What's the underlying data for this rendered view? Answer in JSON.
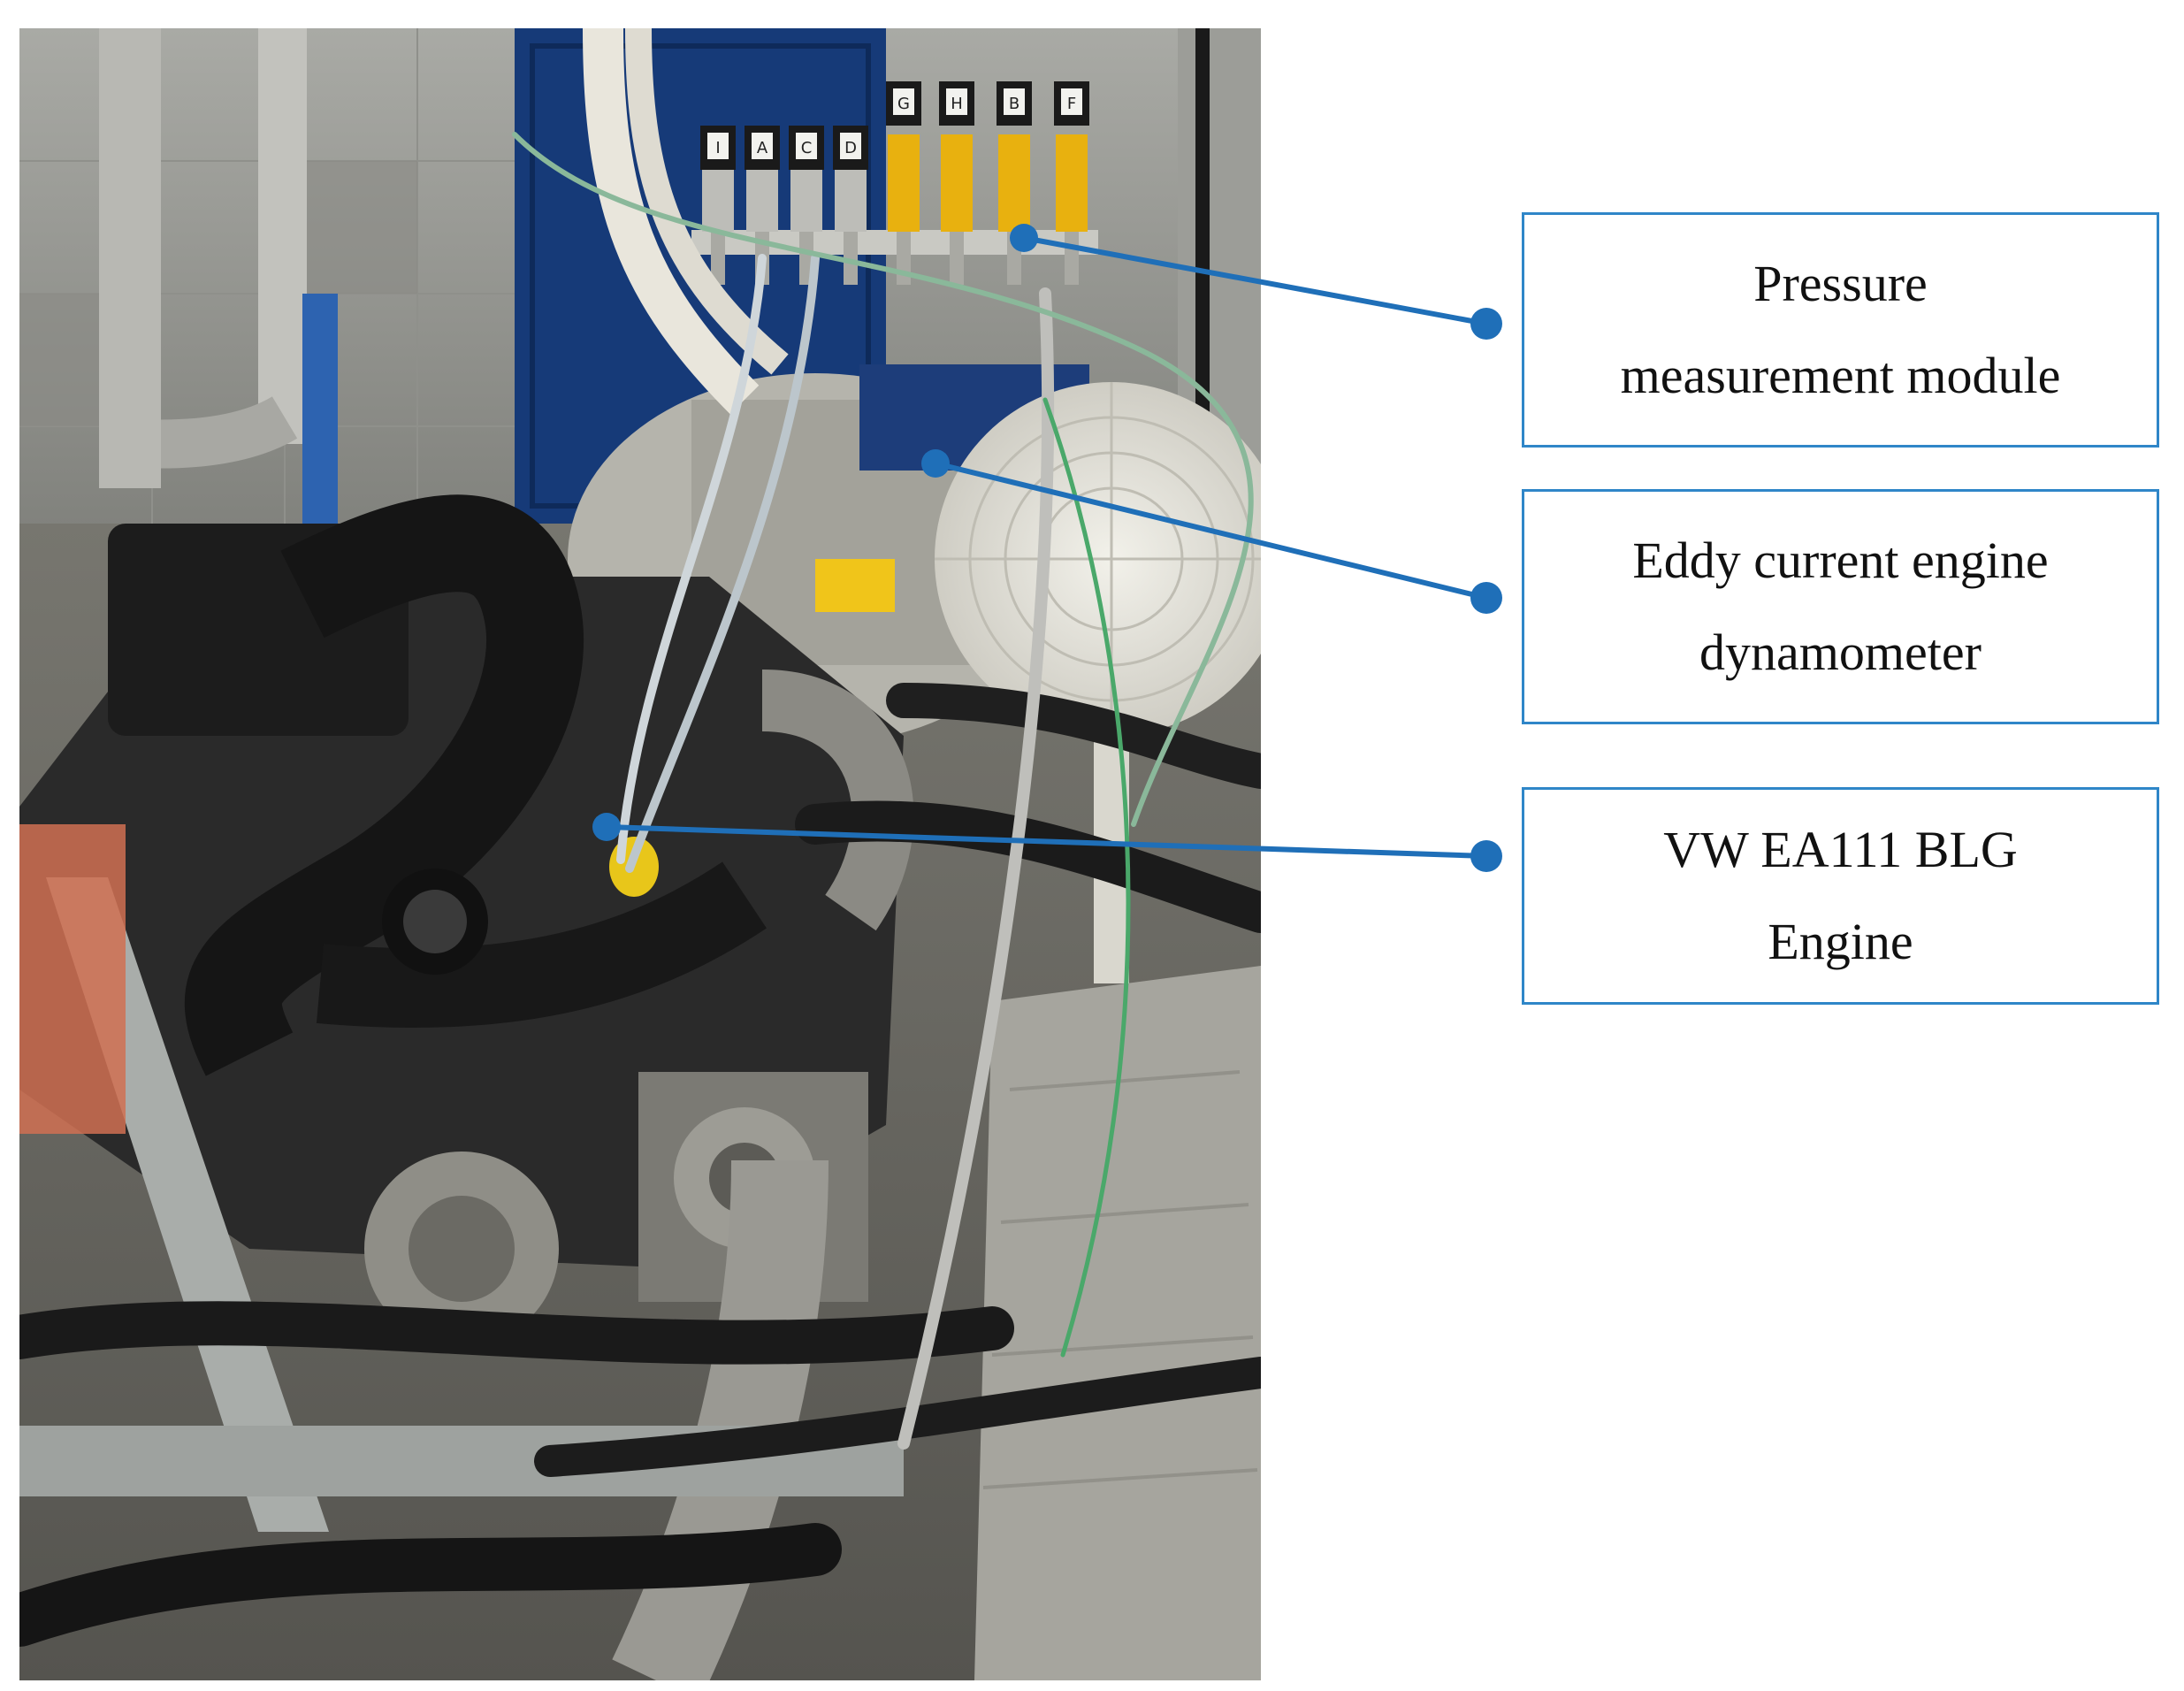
{
  "callouts": [
    {
      "id": "pressure",
      "line1": "Pressure",
      "line2": "measurement module"
    },
    {
      "id": "dyno",
      "line1": "Eddy current engine",
      "line2": "dynamometer"
    },
    {
      "id": "engine",
      "line1": "VW EA111 BLG",
      "line2": "Engine"
    }
  ],
  "sensor_tags": [
    "I",
    "A",
    "C",
    "D",
    "G",
    "H",
    "B",
    "F"
  ],
  "colors": {
    "leader": "#1f6fb8",
    "box_border": "#2f86c8",
    "sensor_yellow": "#e8b10f"
  }
}
